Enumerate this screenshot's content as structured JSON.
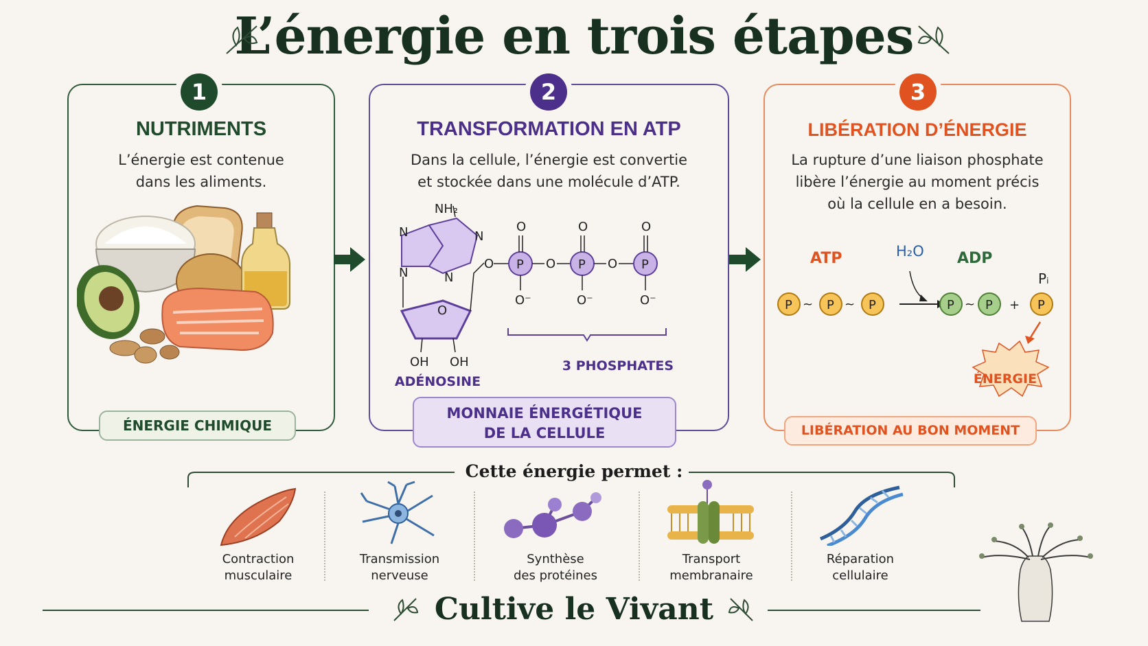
{
  "title": "L’énergie en trois étapes",
  "step1": {
    "number": "1",
    "heading": "NUTRIMENTS",
    "text_line1": "L’énergie est contenue",
    "text_line2": "dans les aliments.",
    "badge": "ÉNERGIE CHIMIQUE",
    "color": "#1f4a2c"
  },
  "step2": {
    "number": "2",
    "heading": "TRANSFORMATION EN ATP",
    "text_line1": "Dans la cellule, l’énergie est convertie",
    "text_line2": "et stockée dans une molécule d’ATP.",
    "adenosine_label": "ADÉNOSINE",
    "phosphates_label": "3 PHOSPHATES",
    "badge_line1": "MONNAIE ÉNERGÉTIQUE",
    "badge_line2": "DE LA CELLULE",
    "color": "#4b2f8a"
  },
  "step3": {
    "number": "3",
    "heading": "LIBÉRATION D’ÉNERGIE",
    "text_line1": "La rupture d’une liaison phosphate",
    "text_line2": "libère l’énergie au moment précis",
    "text_line3": "où la cellule en a besoin.",
    "atp_label": "ATP",
    "water_label": "H₂O",
    "adp_label": "ADP",
    "pi_label": "Pᵢ",
    "energy_label": "ÉNERGIE",
    "badge": "LIBÉRATION AU BON MOMENT",
    "color": "#e0521f"
  },
  "uses": {
    "title": "Cette énergie permet :",
    "items": [
      {
        "line1": "Contraction",
        "line2": "musculaire",
        "icon": "muscle-icon"
      },
      {
        "line1": "Transmission",
        "line2": "nerveuse",
        "icon": "neuron-icon"
      },
      {
        "line1": "Synthèse",
        "line2": "des protéines",
        "icon": "protein-icon"
      },
      {
        "line1": "Transport",
        "line2": "membranaire",
        "icon": "membrane-icon"
      },
      {
        "line1": "Réparation",
        "line2": "cellulaire",
        "icon": "dna-icon"
      }
    ]
  },
  "footer": "Cultive le Vivant"
}
